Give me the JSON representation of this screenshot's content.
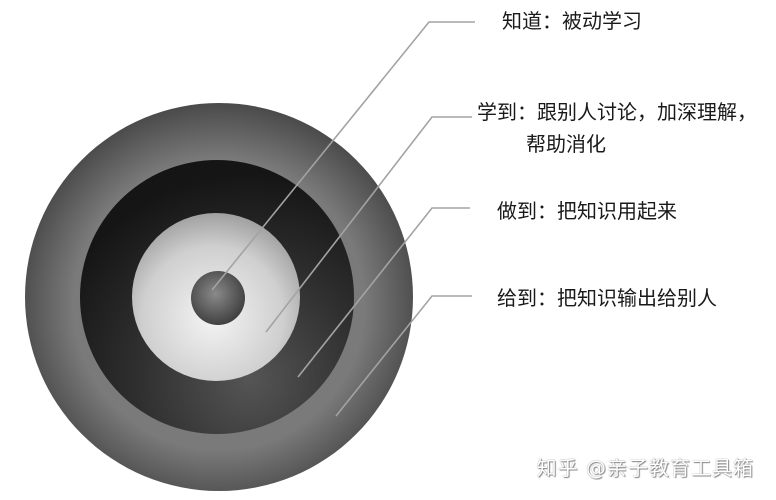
{
  "labels": {
    "know": "知道：被动学习",
    "learn_line1": "学到：跟别人讨论，加深理解，",
    "learn_line2": "帮助消化",
    "do": "做到：把知识用起来",
    "give": "给到：把知识输出给别人"
  },
  "watermark": "知乎 @亲子教育工具箱",
  "colors": {
    "line": "#a0a0a0",
    "text": "#1a1a1a",
    "outer_ring": "#6e6e6e",
    "second_ring": "#2e2e2e",
    "third_ring": "#d8d8d8",
    "core": "#555555"
  }
}
